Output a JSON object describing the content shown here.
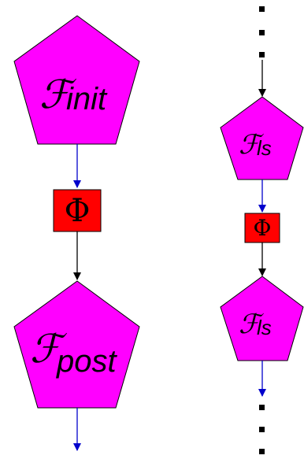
{
  "colors": {
    "pentagon_fill": "#ff00ff",
    "box_fill": "#ff0000",
    "stroke": "#000000",
    "arrow_blue": "#0000cc",
    "arrow_black": "#000000"
  },
  "left_chain": {
    "init": {
      "symbol": "ℱ",
      "subscript": "init"
    },
    "operator": {
      "symbol": "Φ"
    },
    "post": {
      "symbol": "ℱ",
      "subscript": "post"
    }
  },
  "right_chain": {
    "ls_top": {
      "symbol": "ℱ",
      "subscript": "ls"
    },
    "operator": {
      "symbol": "Φ"
    },
    "ls_bottom": {
      "symbol": "ℱ",
      "subscript": "ls"
    }
  }
}
